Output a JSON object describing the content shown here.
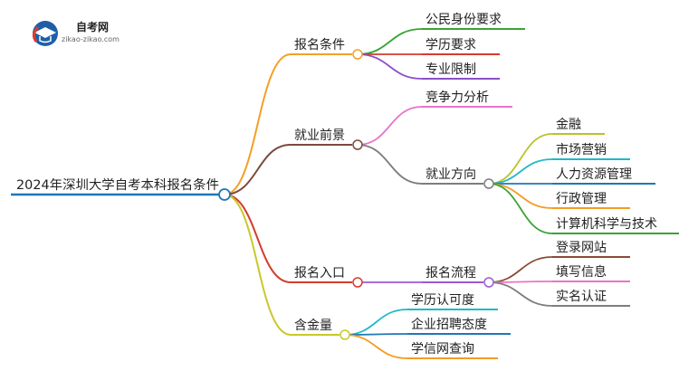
{
  "logo": {
    "name": "自考网",
    "site": "zikao-zikao.com"
  },
  "root": {
    "label": "2024年深圳大学自考本科报名条件"
  },
  "branches": [
    {
      "label": "报名条件",
      "color": "#f4a024",
      "children": [
        {
          "label": "公民身份要求",
          "color": "#3aa335"
        },
        {
          "label": "学历要求",
          "color": "#d43c2e"
        },
        {
          "label": "专业限制",
          "color": "#8a4fc8"
        }
      ]
    },
    {
      "label": "就业前景",
      "color": "#7a4a3c",
      "children": [
        {
          "label": "竞争力分析",
          "color": "#e874c9"
        },
        {
          "label": "就业方向",
          "color": "#7d7d7d",
          "children": [
            {
              "label": "金融",
              "color": "#b7c32a"
            },
            {
              "label": "市场营销",
              "color": "#21b8c9"
            },
            {
              "label": "人力资源管理",
              "color": "#1f77b4"
            },
            {
              "label": "行政管理",
              "color": "#f39c24"
            },
            {
              "label": "计算机科学与技术",
              "color": "#3aa335"
            }
          ]
        }
      ]
    },
    {
      "label": "报名入口",
      "color": "#d43c2e",
      "children": [
        {
          "label": "报名流程",
          "color": "#9b5ad1",
          "children": [
            {
              "label": "登录网站",
              "color": "#8b4a35"
            },
            {
              "label": "填写信息",
              "color": "#e874c9"
            },
            {
              "label": "实名认证",
              "color": "#7d7d7d"
            }
          ]
        }
      ]
    },
    {
      "label": "含金量",
      "color": "#c8c82a",
      "children": [
        {
          "label": "学历认可度",
          "color": "#21b8c9"
        },
        {
          "label": "企业招聘态度",
          "color": "#1f77b4"
        },
        {
          "label": "学信网查询",
          "color": "#f39c24"
        }
      ]
    }
  ]
}
